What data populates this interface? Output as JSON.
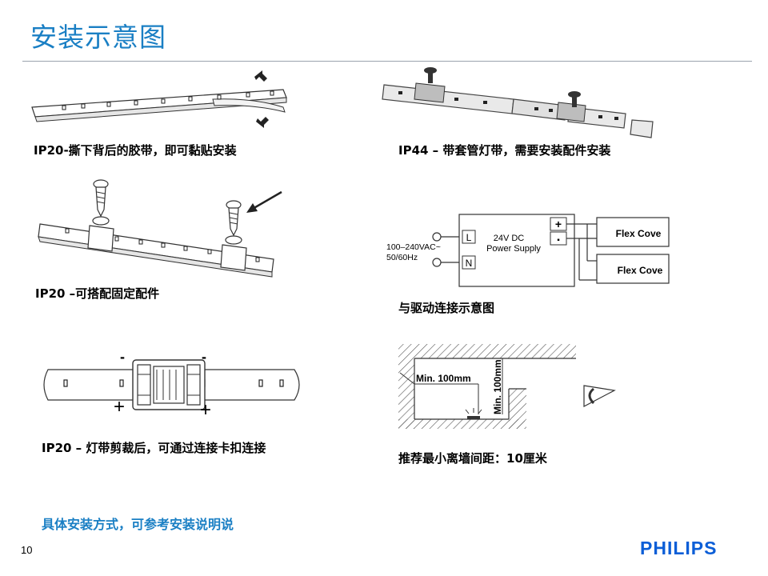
{
  "page": {
    "title": "安装示意图",
    "page_number": "10",
    "brand": "PHILIPS"
  },
  "captions": {
    "ip20_adhesive": "IP20-撕下背后的胶带，即可黏贴安装",
    "ip44_sleeve": "IP44 – 带套管灯带，需要安装配件安装",
    "ip20_clip": "IP20 –可搭配固定配件",
    "driver_connection": "与驱动连接示意图",
    "ip20_connector": "IP20 – 灯带剪裁后，可通过连接卡扣连接",
    "min_distance": "推荐最小离墙间距：10厘米"
  },
  "driver_diagram": {
    "input": "100–240VAC~\n50/60Hz",
    "input_line1": "100–240VAC~",
    "input_line2": "50/60Hz",
    "terminal_l": "L",
    "terminal_n": "N",
    "supply_line1": "24V DC",
    "supply_line2": "Power Supply",
    "plus": "+",
    "minus": "▪",
    "load1": "Flex Cove",
    "load2": "Flex Cove"
  },
  "connector_diagram": {
    "minus_left": "-",
    "minus_right": "-",
    "plus_left": "+",
    "plus_right": "+"
  },
  "distance_diagram": {
    "horizontal": "Min. 100mm",
    "vertical": "Min. 100mm"
  },
  "footer": {
    "note": "具体安装方式，可参考安装说明说"
  }
}
